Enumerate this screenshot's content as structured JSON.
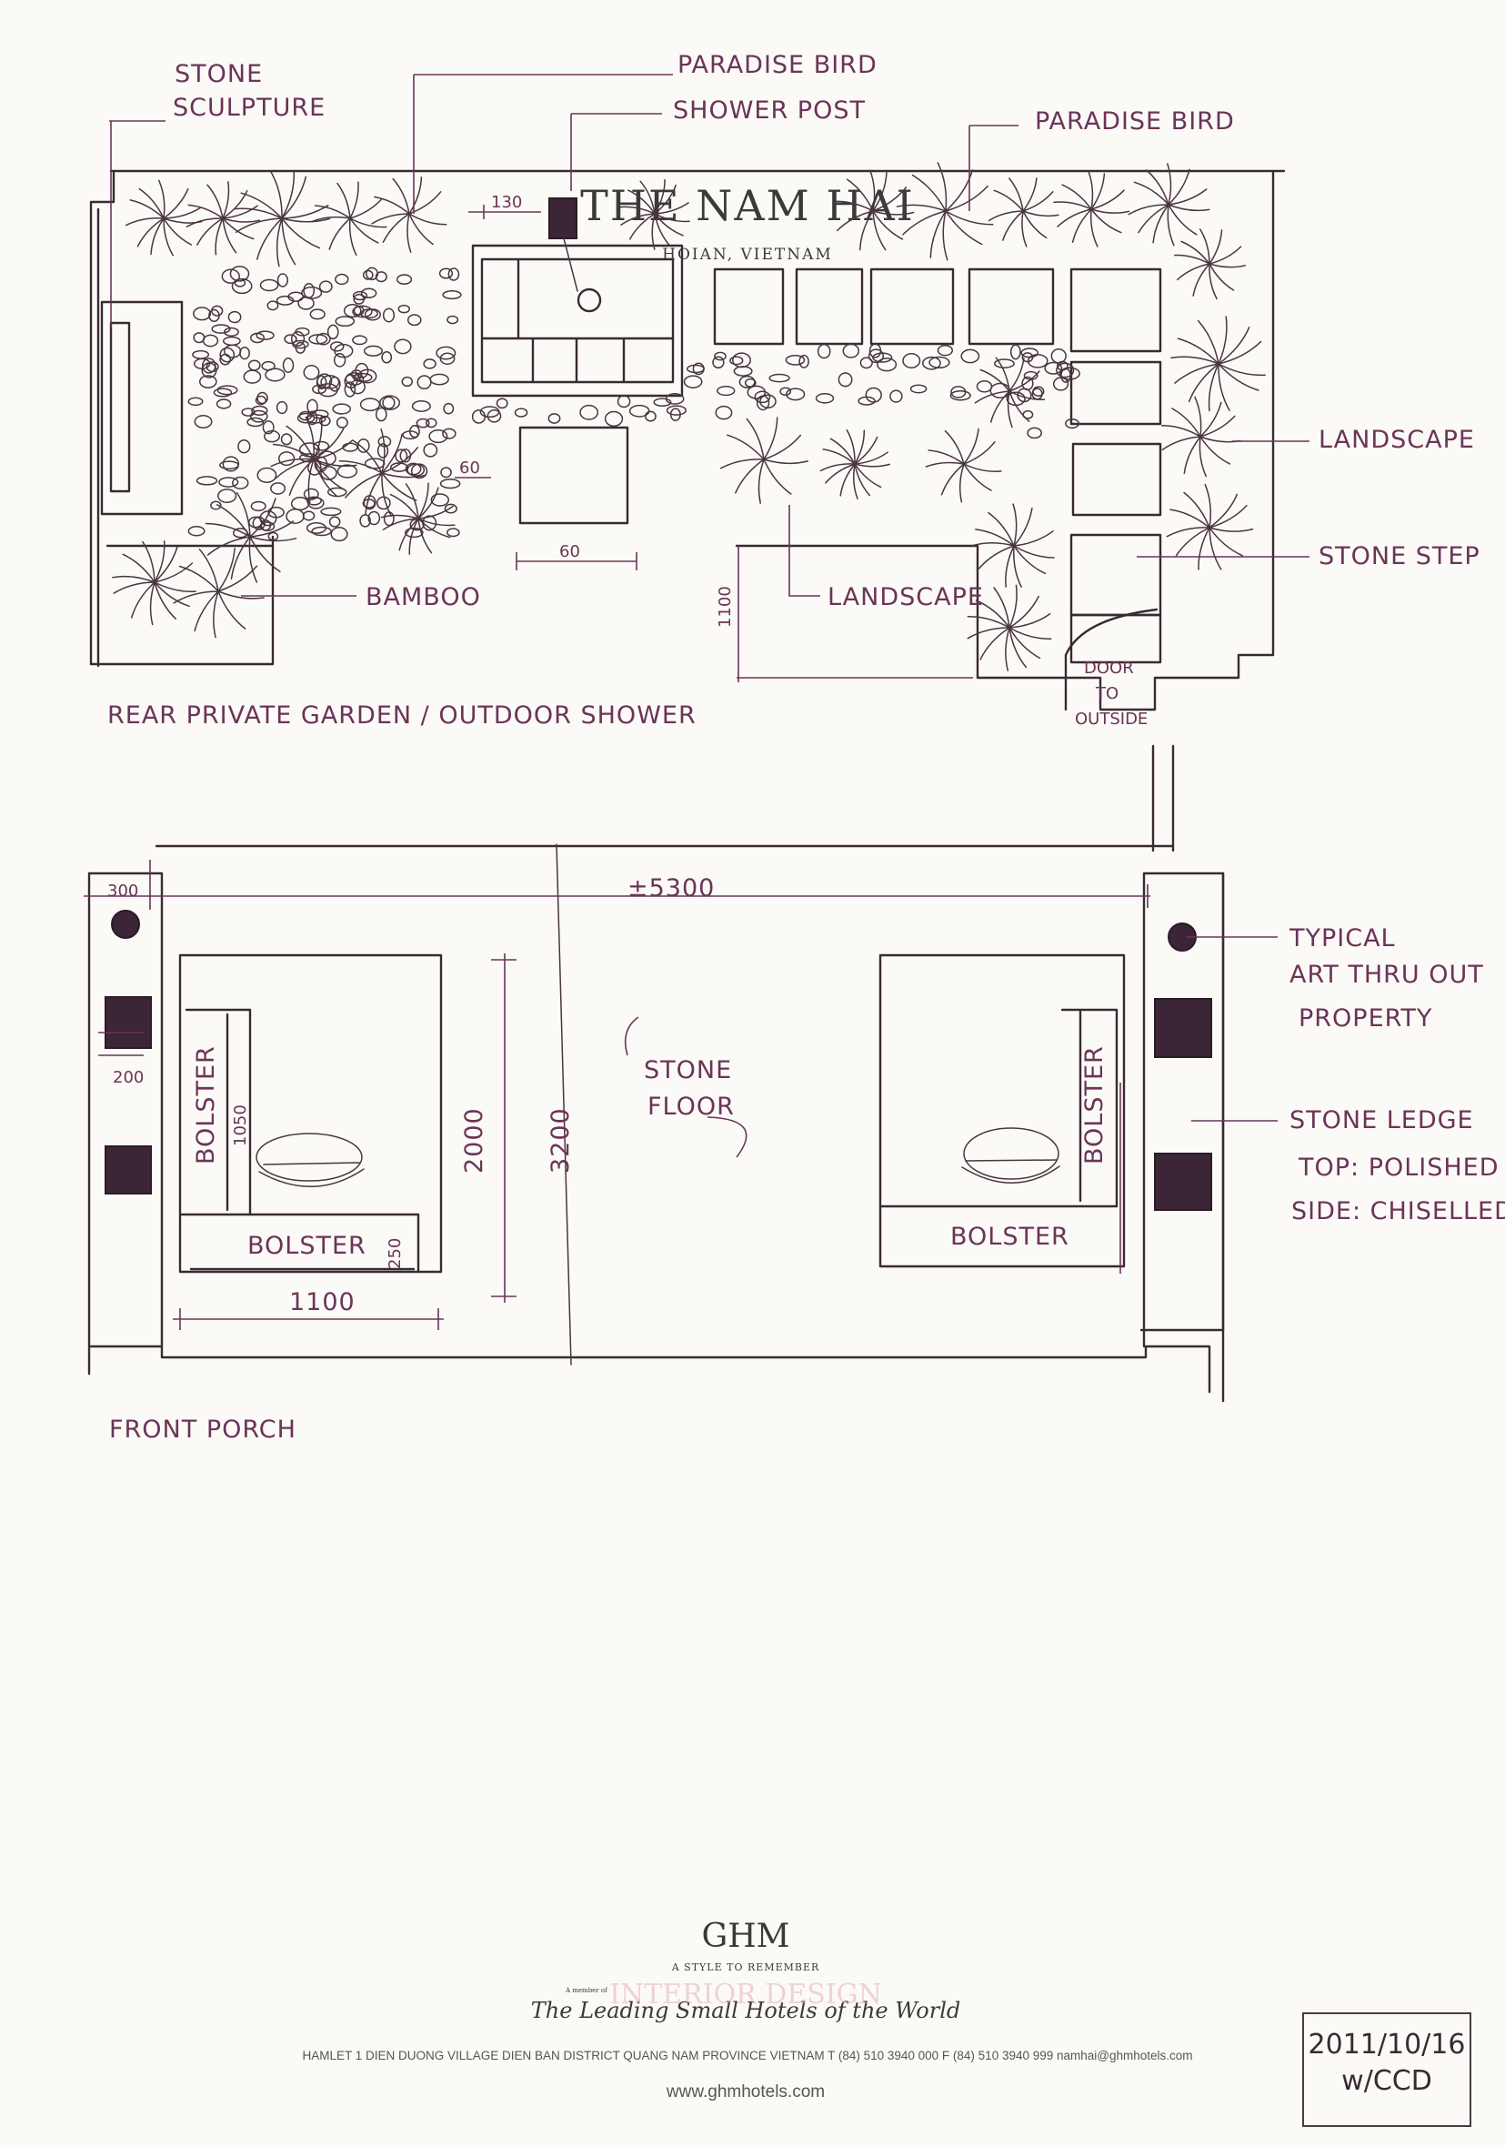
{
  "header": {
    "brand": "THE NAM HAI",
    "location": "HOIAN, VIETNAM"
  },
  "garden_plan": {
    "title": "REAR PRIVATE GARDEN / OUTDOOR SHOWER",
    "labels": {
      "stone_sculpture": [
        "STONE",
        "SCULPTURE"
      ],
      "paradise_bird_1": "PARADISE BIRD",
      "shower_post": "SHOWER POST",
      "paradise_bird_2": "PARADISE BIRD",
      "landscape_right": "LANDSCAPE",
      "stone_step": "STONE STEP",
      "bamboo": "BAMBOO",
      "landscape_center": "LANDSCAPE",
      "door_to_outside": [
        "DOOR",
        "TO",
        "OUTSIDE"
      ]
    },
    "dimensions": {
      "d130": "130",
      "d60a": "60",
      "d60b": "60",
      "d1100": "1100"
    }
  },
  "porch_plan": {
    "title": "FRONT PORCH",
    "labels": {
      "typical_art": [
        "TYPICAL",
        "ART THRU OUT",
        "PROPERTY"
      ],
      "stone_floor": [
        "STONE",
        "FLOOR"
      ],
      "stone_ledge": "STONE LEDGE",
      "top": "TOP: POLISHED",
      "side": "SIDE: CHISELLED",
      "bolster": "BOLSTER"
    },
    "dimensions": {
      "width_total": "±5300",
      "d300": "300",
      "d200": "200",
      "d1050": "1050",
      "d2000": "2000",
      "d3200": "3200",
      "d250": "250",
      "d1100": "1100"
    }
  },
  "footer": {
    "ghm": "GHM",
    "tagline": "A STYLE TO REMEMBER",
    "member_of": "A member of",
    "lshw": "The Leading Small Hotels of the World",
    "address": "HAMLET 1  DIEN DUONG VILLAGE  DIEN BAN DISTRICT  QUANG NAM PROVINCE  VIETNAM   T (84) 510 3940 000   F (84) 510 3940 999   namhai@ghmhotels.com",
    "website": "www.ghmhotels.com",
    "watermark": "INTERIOR DESIGN"
  },
  "stamp": {
    "date": "2011/10/16",
    "initials": "w/CCD"
  }
}
